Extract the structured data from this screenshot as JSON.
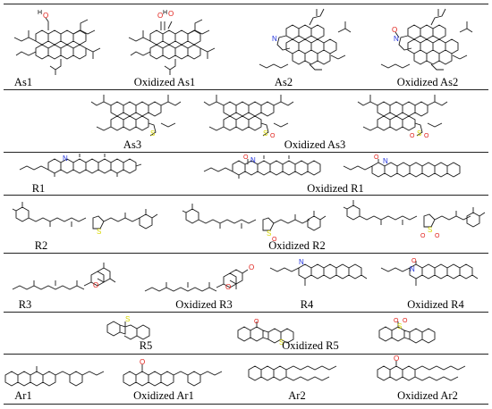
{
  "colors": {
    "bond": "#1a1a1a",
    "oxygen": "#e0201a",
    "nitrogen": "#2233dd",
    "sulfur": "#d8d800",
    "divider": "#222222"
  },
  "rows": [
    {
      "id": "as1-as2",
      "items": [
        {
          "label": "As1",
          "atom": "O",
          "atom_color": "oxygen",
          "kind": "polyaromatic-phenol"
        },
        {
          "label": "Oxidized As1",
          "atom": "O",
          "atom_color": "oxygen",
          "kind": "polyaromatic-quinone"
        },
        {
          "label": "As2",
          "atom": "N",
          "atom_color": "nitrogen",
          "kind": "polyaromatic-pyrrole"
        },
        {
          "label": "Oxidized As2",
          "atom": "N",
          "atom_color": "nitrogen",
          "kind": "polyaromatic-pyrrole-oxidized"
        }
      ]
    },
    {
      "id": "as3",
      "items": [
        {
          "label": "As3",
          "atom": "S",
          "atom_color": "sulfur",
          "kind": "polyaromatic-thiophene"
        },
        {
          "label": "Oxidized As3",
          "atom": "S",
          "atom_color": "sulfur",
          "kind": "sulfoxide-sulfone"
        }
      ]
    },
    {
      "id": "r1",
      "items": [
        {
          "label": "R1",
          "atom": "N",
          "atom_color": "nitrogen",
          "kind": "pyridine-steroid"
        },
        {
          "label": "Oxidized R1",
          "atom": "O",
          "atom_color": "oxygen",
          "kind": "pyridone-steroid"
        }
      ]
    },
    {
      "id": "r2",
      "items": [
        {
          "label": "R2",
          "atom": "S",
          "atom_color": "sulfur",
          "kind": "thiophene-chain"
        },
        {
          "label": "Oxidized R2",
          "atom": "S",
          "atom_color": "sulfur",
          "kind": "sulfoxide-sulfone-chain"
        }
      ]
    },
    {
      "id": "r3-r4",
      "items": [
        {
          "label": "R3",
          "atom": "O",
          "atom_color": "oxygen",
          "kind": "chromane"
        },
        {
          "label": "Oxidized R3",
          "atom": "O",
          "atom_color": "oxygen",
          "kind": "chromanone"
        },
        {
          "label": "R4",
          "atom": "N",
          "atom_color": "nitrogen",
          "kind": "pyridine-steroid"
        },
        {
          "label": "Oxidized R4",
          "atom": "N",
          "atom_color": "nitrogen",
          "kind": "pyridone-steroid"
        }
      ]
    },
    {
      "id": "r5",
      "items": [
        {
          "label": "R5",
          "atom": "S",
          "atom_color": "sulfur",
          "kind": "dibenzothiophene"
        },
        {
          "label": "Oxidized R5",
          "atom": "S",
          "atom_color": "sulfur",
          "kind": "dibenzothiophene-oxides"
        }
      ]
    },
    {
      "id": "ar",
      "items": [
        {
          "label": "Ar1",
          "kind": "aromatic-steroid"
        },
        {
          "label": "Oxidized Ar1",
          "atom": "O",
          "atom_color": "oxygen",
          "kind": "aromatic-ketone"
        },
        {
          "label": "Ar2",
          "kind": "alkyl-naphthalene"
        },
        {
          "label": "Oxidized Ar2",
          "atom": "O",
          "atom_color": "oxygen",
          "kind": "alkyl-naphthalenone"
        }
      ]
    }
  ]
}
